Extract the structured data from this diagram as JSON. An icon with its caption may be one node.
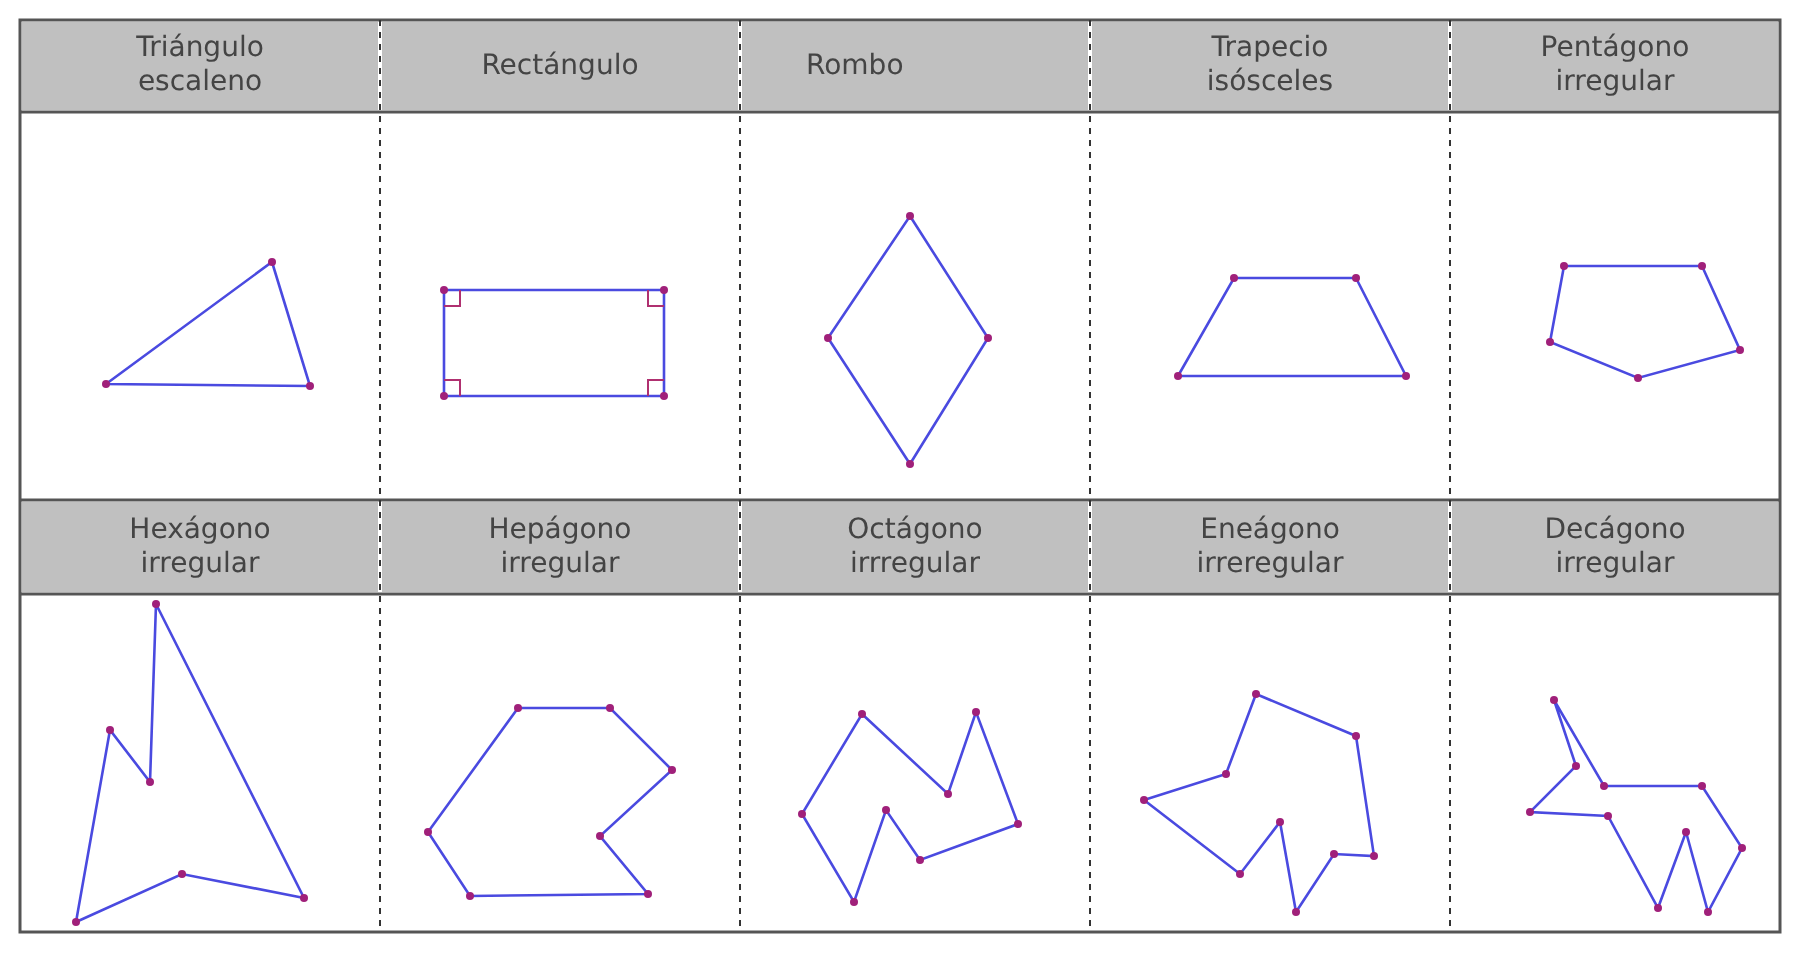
{
  "diagram": {
    "labels": [
      "Triángulo escaleno",
      "Rectángulo",
      "Rombo",
      "Trapecio isósceles",
      "Pentágono irregular",
      "Hexágono irregular",
      "Hepágono irregular",
      "Octágono irrregular",
      "Eneágono irreregular",
      "Decágono irregular"
    ]
  }
}
